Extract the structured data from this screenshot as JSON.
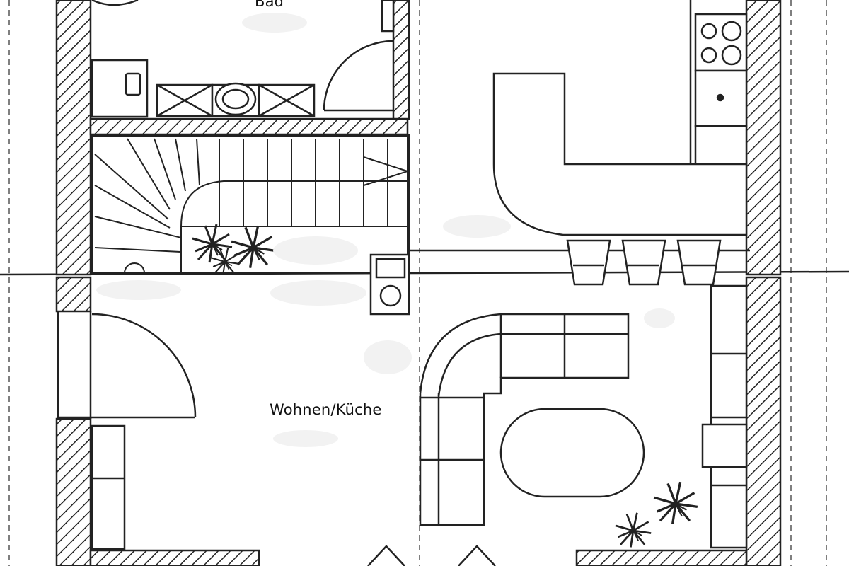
{
  "plan": {
    "rooms": [
      {
        "id": "bad",
        "label": "Bad"
      },
      {
        "id": "wohnen",
        "label": "Wohnen/Küche"
      }
    ],
    "colors": {
      "ink": "#222222",
      "paper": "#ffffff",
      "erase_patch": "#f4f4f4"
    },
    "icons": [
      "plant-icon",
      "cooktop-icon",
      "sink-icon",
      "stair-arrow-icon"
    ]
  }
}
